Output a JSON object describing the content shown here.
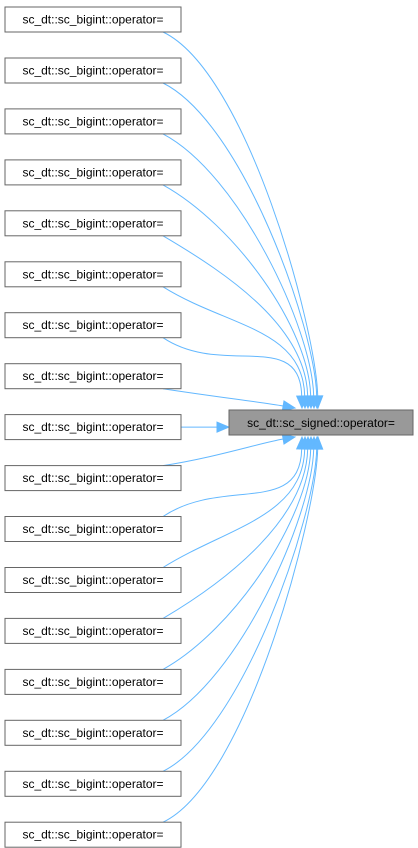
{
  "graph": {
    "target": {
      "label": "sc_dt::sc_signed::operator="
    },
    "callers": [
      {
        "label": "sc_dt::sc_bigint::operator="
      },
      {
        "label": "sc_dt::sc_bigint::operator="
      },
      {
        "label": "sc_dt::sc_bigint::operator="
      },
      {
        "label": "sc_dt::sc_bigint::operator="
      },
      {
        "label": "sc_dt::sc_bigint::operator="
      },
      {
        "label": "sc_dt::sc_bigint::operator="
      },
      {
        "label": "sc_dt::sc_bigint::operator="
      },
      {
        "label": "sc_dt::sc_bigint::operator="
      },
      {
        "label": "sc_dt::sc_bigint::operator="
      },
      {
        "label": "sc_dt::sc_bigint::operator="
      },
      {
        "label": "sc_dt::sc_bigint::operator="
      },
      {
        "label": "sc_dt::sc_bigint::operator="
      },
      {
        "label": "sc_dt::sc_bigint::operator="
      },
      {
        "label": "sc_dt::sc_bigint::operator="
      },
      {
        "label": "sc_dt::sc_bigint::operator="
      },
      {
        "label": "sc_dt::sc_bigint::operator="
      },
      {
        "label": "sc_dt::sc_bigint::operator="
      }
    ],
    "edge_color": "#63b8ff",
    "target_fill": "#999999",
    "node_border": "#666666"
  }
}
